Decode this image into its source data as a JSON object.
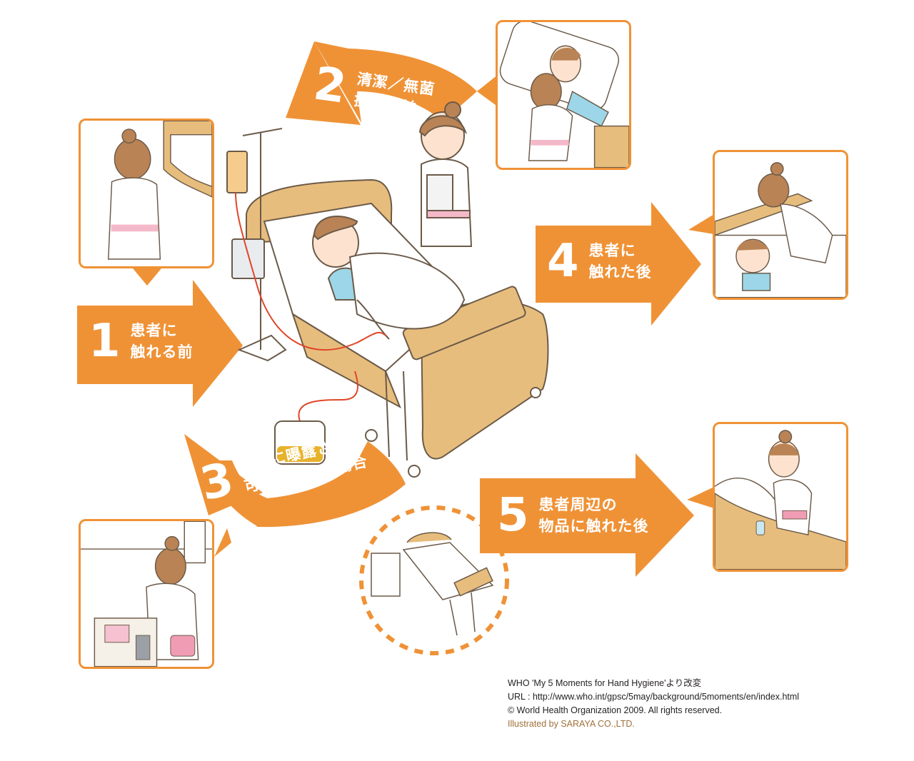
{
  "moments": [
    {
      "number": "1",
      "line1": "患者に",
      "line2": "触れる前"
    },
    {
      "number": "2",
      "line1": "清潔／無菌",
      "line2": "操作の前"
    },
    {
      "number": "3",
      "line1": "体液に曝露された",
      "line2": "可能性のある場合"
    },
    {
      "number": "4",
      "line1": "患者に",
      "line2": "触れた後"
    },
    {
      "number": "5",
      "line1": "患者周辺の",
      "line2": "物品に触れた後"
    }
  ],
  "credits": {
    "line1": "WHO 'My 5 Moments for Hand Hygiene'より改変",
    "line2": "URL : http://www.who.int/gpsc/5may/background/5moments/en/index.html",
    "line3": "© World Health Organization 2009. All rights reserved.",
    "line4": "Illustrated by SARAYA CO.,LTD."
  },
  "colors": {
    "accent": "#ef9236",
    "panel_border": "#ef9236",
    "bed": "#e7bd7d",
    "iv_line": "#e0462a"
  }
}
